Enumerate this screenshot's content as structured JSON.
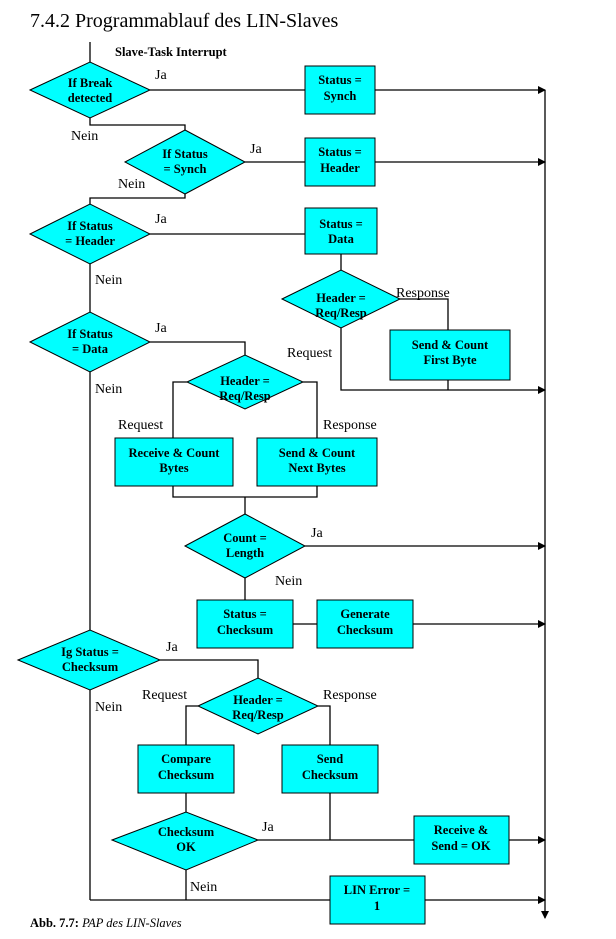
{
  "title": "7.4.2  Programmablauf des LIN-Slaves",
  "start_label": "Slave-Task Interrupt",
  "caption_bold": "Abb. 7.7:",
  "caption_text": " PAP des LIN-Slaves",
  "colors": {
    "node_fill": "#00FFFF",
    "stroke": "#000000"
  },
  "nodes": {
    "d_break": [
      "If Break",
      "detected"
    ],
    "d_synch": [
      "If Status",
      "= Synch"
    ],
    "d_header": [
      "If Status",
      "= Header"
    ],
    "d_data": [
      "If Status",
      "= Data"
    ],
    "d_reqresp1": [
      "Header =",
      "Req/Resp"
    ],
    "d_reqresp2": [
      "Header =",
      "Req/Resp"
    ],
    "d_count": [
      "Count =",
      "Length"
    ],
    "d_checksum": [
      "Ig Status =",
      "Checksum"
    ],
    "d_reqresp3": [
      "Header =",
      "Req/Resp"
    ],
    "d_ok": [
      "Checksum",
      "OK"
    ],
    "b_synch": [
      "Status =",
      "Synch"
    ],
    "b_header": [
      "Status =",
      "Header"
    ],
    "b_data": [
      "Status =",
      "Data"
    ],
    "b_first": [
      "Send & Count",
      "First Byte"
    ],
    "b_receive": [
      "Receive & Count",
      "Bytes"
    ],
    "b_next": [
      "Send & Count",
      "Next Bytes"
    ],
    "b_chk": [
      "Status =",
      "Checksum"
    ],
    "b_gen": [
      "Generate",
      "Checksum"
    ],
    "b_compare": [
      "Compare",
      "Checksum"
    ],
    "b_send": [
      "Send",
      "Checksum"
    ],
    "b_recvok": [
      "Receive &",
      "Send = OK"
    ],
    "b_error": [
      "LIN Error =",
      "1"
    ]
  },
  "edge_labels": {
    "ja": "Ja",
    "nein": "Nein",
    "request": "Request",
    "response": "Response"
  }
}
